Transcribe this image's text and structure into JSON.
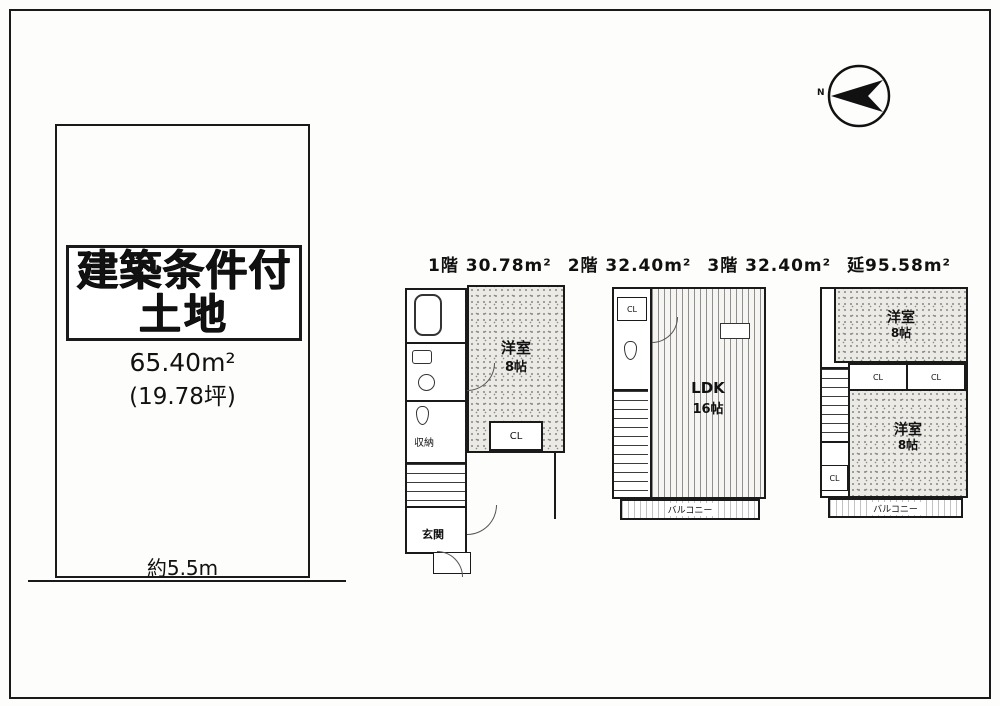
{
  "compass": {
    "label": "N"
  },
  "land": {
    "title_line1": "建築条件付",
    "title_line2": "土地",
    "area": "65.40m²",
    "tsubo": "(19.78坪)",
    "frontage": "約5.5m"
  },
  "floors_header": {
    "items": [
      {
        "label": "1階 30.78m²"
      },
      {
        "label": "2階 32.40m²"
      },
      {
        "label": "3階 32.40m²"
      },
      {
        "label": "延95.58m²"
      }
    ]
  },
  "floor1": {
    "yoshitsu": "洋室",
    "yoshitsu_size": "8帖",
    "cl": "CL",
    "shuno": "収納",
    "genkan": "玄関"
  },
  "floor2": {
    "ldk": "LDK",
    "ldk_size": "16帖",
    "cl": "CL",
    "balcony": "バルコニー"
  },
  "floor3": {
    "room_top": "洋室",
    "room_top_size": "8帖",
    "room_bottom": "洋室",
    "room_bottom_size": "8帖",
    "cl_left": "CL",
    "cl_right": "CL",
    "cl_lower": "CL",
    "balcony": "バルコニー"
  }
}
